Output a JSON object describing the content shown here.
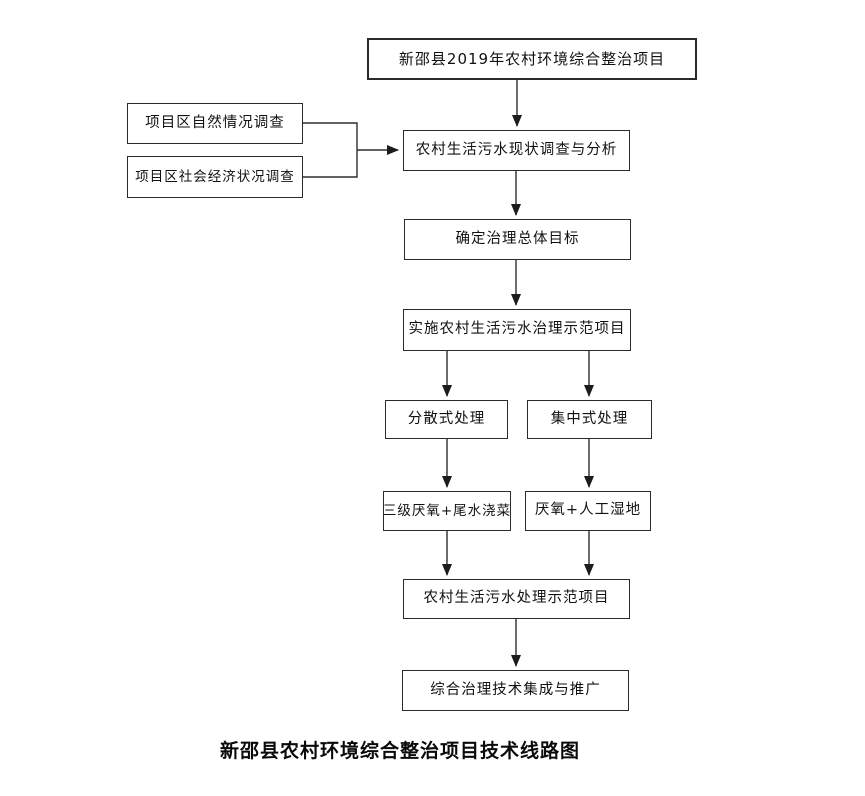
{
  "diagram": {
    "caption": "新邵县农村环境综合整治项目技术线路图",
    "colors": {
      "line": "#2e2e2e",
      "box_border": "#2b2b2b",
      "box_fill": "#ffffff",
      "text": "#111111",
      "background": "#ffffff"
    },
    "nodes": {
      "project": {
        "label": "新邵县2019年农村环境综合整治项目"
      },
      "natural_survey": {
        "label": "项目区自然情况调查"
      },
      "socioeconomic_survey": {
        "label": "项目区社会经济状况调查"
      },
      "status_analysis": {
        "label": "农村生活污水现状调查与分析"
      },
      "overall_goal": {
        "label": "确定治理总体目标"
      },
      "demo_project": {
        "label": "实施农村生活污水治理示范项目"
      },
      "decentralized": {
        "label": "分散式处理"
      },
      "centralized": {
        "label": "集中式处理"
      },
      "tertiary_anaerobic": {
        "label": "三级厌氧+尾水浇菜"
      },
      "anaerobic_wetland": {
        "label": "厌氧+人工湿地"
      },
      "treatment_demo": {
        "label": "农村生活污水处理示范项目"
      },
      "integration_promotion": {
        "label": "综合治理技术集成与推广"
      }
    },
    "edges": [
      {
        "from": "project",
        "to": "status_analysis"
      },
      {
        "from": "natural_survey",
        "to": "status_analysis"
      },
      {
        "from": "socioeconomic_survey",
        "to": "status_analysis"
      },
      {
        "from": "status_analysis",
        "to": "overall_goal"
      },
      {
        "from": "overall_goal",
        "to": "demo_project"
      },
      {
        "from": "demo_project",
        "to": "decentralized"
      },
      {
        "from": "demo_project",
        "to": "centralized"
      },
      {
        "from": "decentralized",
        "to": "tertiary_anaerobic"
      },
      {
        "from": "centralized",
        "to": "anaerobic_wetland"
      },
      {
        "from": "tertiary_anaerobic",
        "to": "treatment_demo"
      },
      {
        "from": "anaerobic_wetland",
        "to": "treatment_demo"
      },
      {
        "from": "treatment_demo",
        "to": "integration_promotion"
      }
    ]
  }
}
